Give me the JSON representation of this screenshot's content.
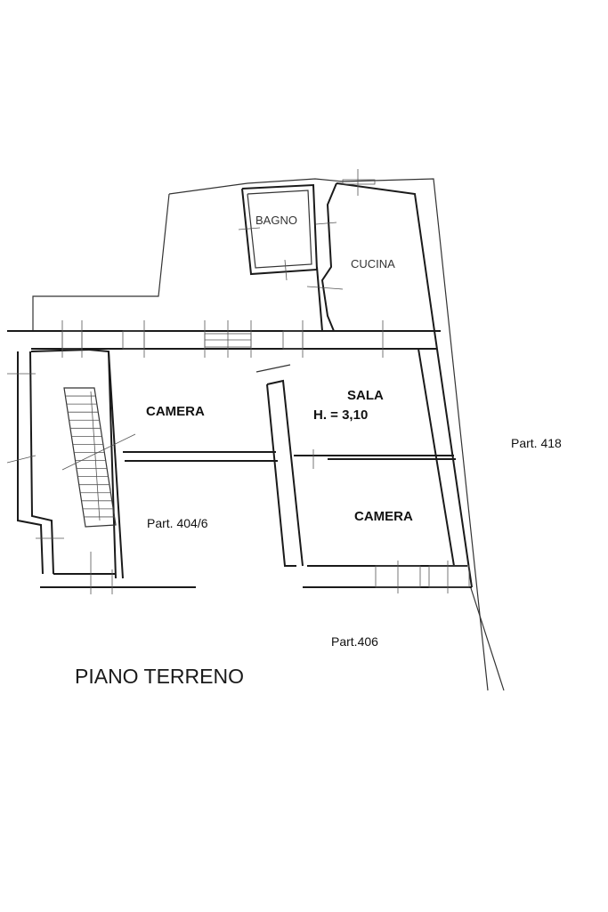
{
  "plan": {
    "title": "PIANO TERRENO",
    "rooms": {
      "bagno": "BAGNO",
      "cucina": "CUCINA",
      "sala": "SALA",
      "sala_height": "H. = 3,10",
      "camera_left": "CAMERA",
      "camera_right": "CAMERA"
    },
    "parcels": {
      "p418": "Part. 418",
      "p404": "Part. 404/6",
      "p406": "Part.406"
    }
  }
}
